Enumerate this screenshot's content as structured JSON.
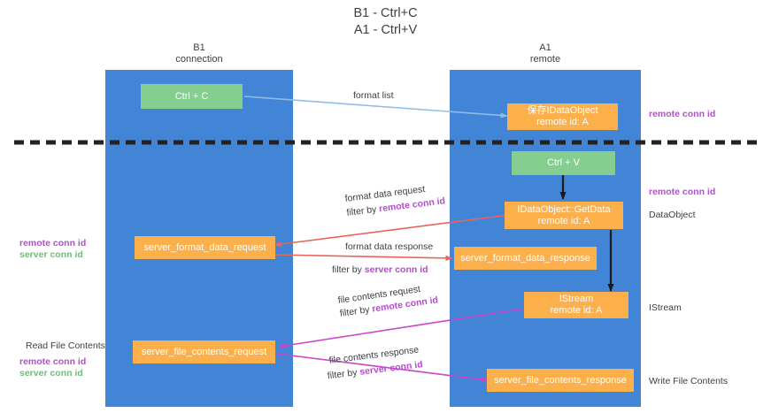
{
  "title": "B1 - Ctrl+C\nA1 - Ctrl+V",
  "lanes": [
    {
      "name": "B1",
      "header": "B1\nconnection",
      "color": "#4285d6"
    },
    {
      "name": "A1",
      "header": "A1\nremote",
      "color": "#4285d6"
    }
  ],
  "colors": {
    "lane": "#4285d6",
    "green_box": "#85ce8f",
    "orange_box": "#fbb04c",
    "purple_text": "#b54bd1",
    "green_text": "#74b97f",
    "body_text": "#3c4043",
    "arrow_blue": "#8fbce8",
    "arrow_red": "#e8655a",
    "arrow_magenta": "#cc44cc",
    "arrow_black": "#1a1a1a",
    "divider": "#222222"
  },
  "boxes": {
    "ctrl_c": "Ctrl + C",
    "ctrl_v": "Ctrl + V",
    "save_idataobject": "保存IDataObject\nremote id: A",
    "idataobject_getdata": "IDataObject::GetData\nremote id: A",
    "server_format_data_request": "server_format_data_request",
    "server_format_data_response": "server_format_data_response",
    "istream": "IStream\nremote id: A",
    "server_file_contents_request": "server_file_contents_request",
    "server_file_contents_response": "server_file_contents_response"
  },
  "edge_labels": {
    "format_list": "format list",
    "format_data_request": "format data request",
    "format_data_request_filter_prefix": "filter by ",
    "format_data_request_filter_key": "remote conn id",
    "format_data_response": "format data response",
    "format_data_response_filter_prefix": "filter by ",
    "format_data_response_filter_key": "server conn id",
    "file_contents_request": "file contents request",
    "file_contents_request_filter_prefix": "filter by ",
    "file_contents_request_filter_key": "remote conn id",
    "file_contents_response": "file contents response",
    "file_contents_response_filter_prefix": "filter by ",
    "file_contents_response_filter_key": "server conn id"
  },
  "right_annotations": [
    {
      "text": "remote conn id",
      "style": "purple"
    },
    {
      "text": "remote conn id",
      "style": "purple"
    },
    {
      "text": "DataObject",
      "style": "plain"
    },
    {
      "text": "IStream",
      "style": "plain"
    },
    {
      "text": "Write File Contents",
      "style": "plain"
    }
  ],
  "left_annotations": {
    "mid_remote": "remote conn id",
    "mid_server": "server conn id",
    "read_file_contents": "Read File Contents",
    "low_remote": "remote conn id",
    "low_server": "server conn id"
  }
}
